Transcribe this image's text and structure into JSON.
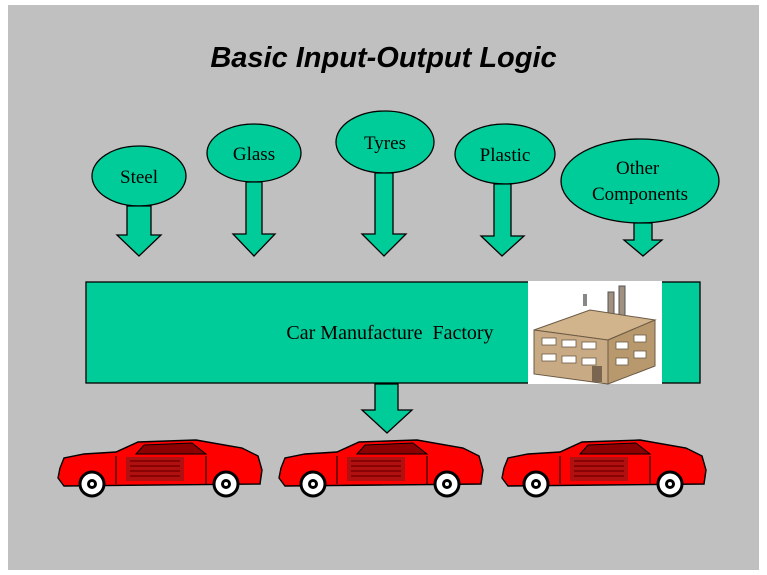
{
  "title": "Basic Input-Output Logic",
  "inputs": [
    {
      "label_lines": [
        "Steel"
      ]
    },
    {
      "label_lines": [
        "Glass"
      ]
    },
    {
      "label_lines": [
        "Tyres"
      ]
    },
    {
      "label_lines": [
        "Plastic"
      ]
    },
    {
      "label_lines": [
        "Other",
        "Components"
      ]
    }
  ],
  "factory": {
    "label": "Car Manufacture  Factory"
  },
  "outputs": {
    "count": 3
  },
  "colors": {
    "background": "#c0c0c0",
    "shape_fill": "#00cc99",
    "shape_stroke": "#000000",
    "car_body": "#ff0000",
    "building": "#c8aa84"
  }
}
